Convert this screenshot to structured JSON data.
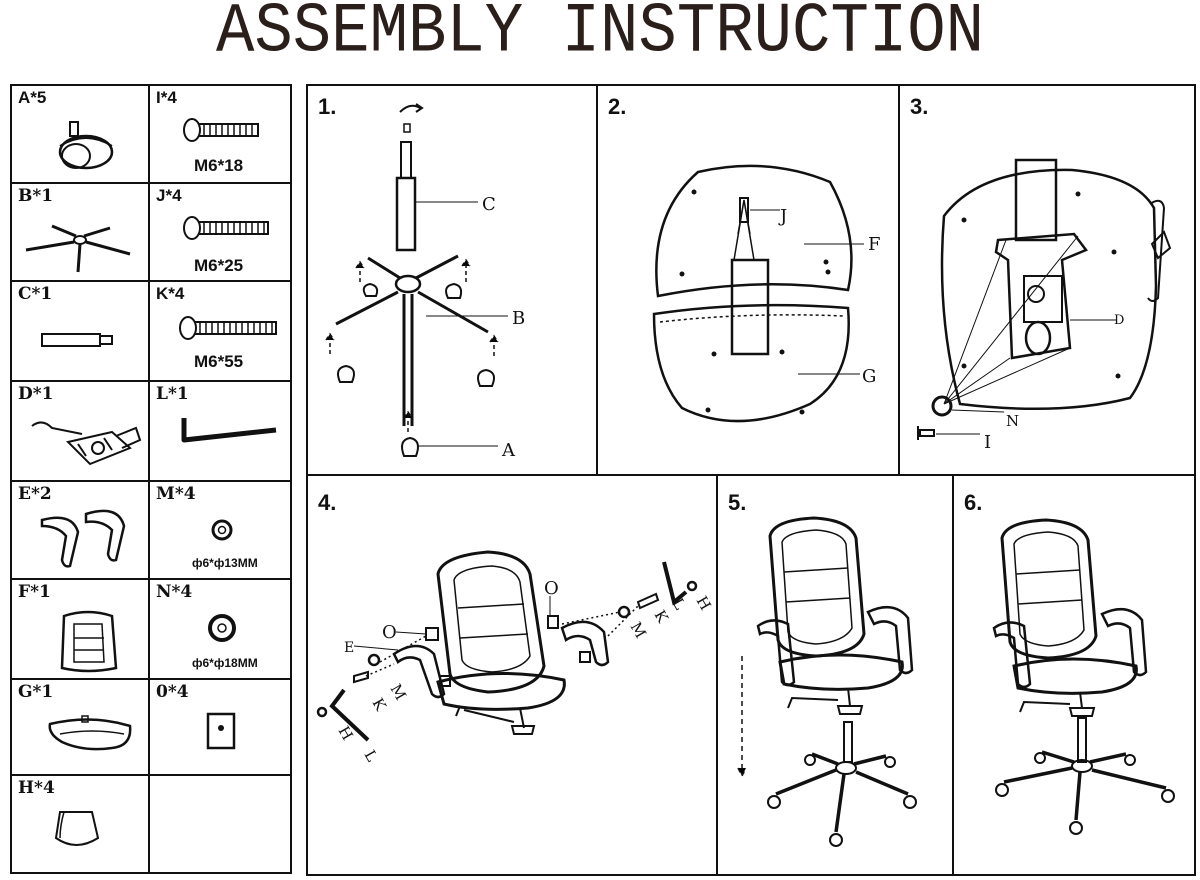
{
  "title": "ASSEMBLY INSTRUCTION",
  "parts": [
    {
      "label": "A*5",
      "size": ""
    },
    {
      "label": "I*4",
      "size": "M6*18"
    },
    {
      "label": "B*1",
      "size": ""
    },
    {
      "label": "J*4",
      "size": "M6*25"
    },
    {
      "label": "C*1",
      "size": ""
    },
    {
      "label": "K*4",
      "size": "M6*55"
    },
    {
      "label": "D*1",
      "size": ""
    },
    {
      "label": "L*1",
      "size": ""
    },
    {
      "label": "E*2",
      "size": ""
    },
    {
      "label": "M*4",
      "size": "ф6*ф13MM"
    },
    {
      "label": "F*1",
      "size": ""
    },
    {
      "label": "N*4",
      "size": "ф6*ф18MM"
    },
    {
      "label": "G*1",
      "size": ""
    },
    {
      "label": "0*4",
      "size": ""
    },
    {
      "label": "H*4",
      "size": ""
    }
  ],
  "steps": [
    {
      "number": "1.",
      "labels": {
        "c": "C",
        "b": "B",
        "a": "A"
      }
    },
    {
      "number": "2.",
      "labels": {
        "j": "J",
        "f": "F",
        "g": "G"
      }
    },
    {
      "number": "3.",
      "labels": {
        "d": "D",
        "n": "N",
        "i": "I"
      }
    },
    {
      "number": "4.",
      "labels": {
        "o1": "O",
        "o2": "O",
        "e": "E",
        "m1": "M",
        "m2": "M",
        "k1": "K",
        "k2": "K",
        "h1": "H",
        "h2": "H",
        "l1": "L",
        "l2": "L"
      }
    },
    {
      "number": "5."
    },
    {
      "number": "6."
    }
  ]
}
